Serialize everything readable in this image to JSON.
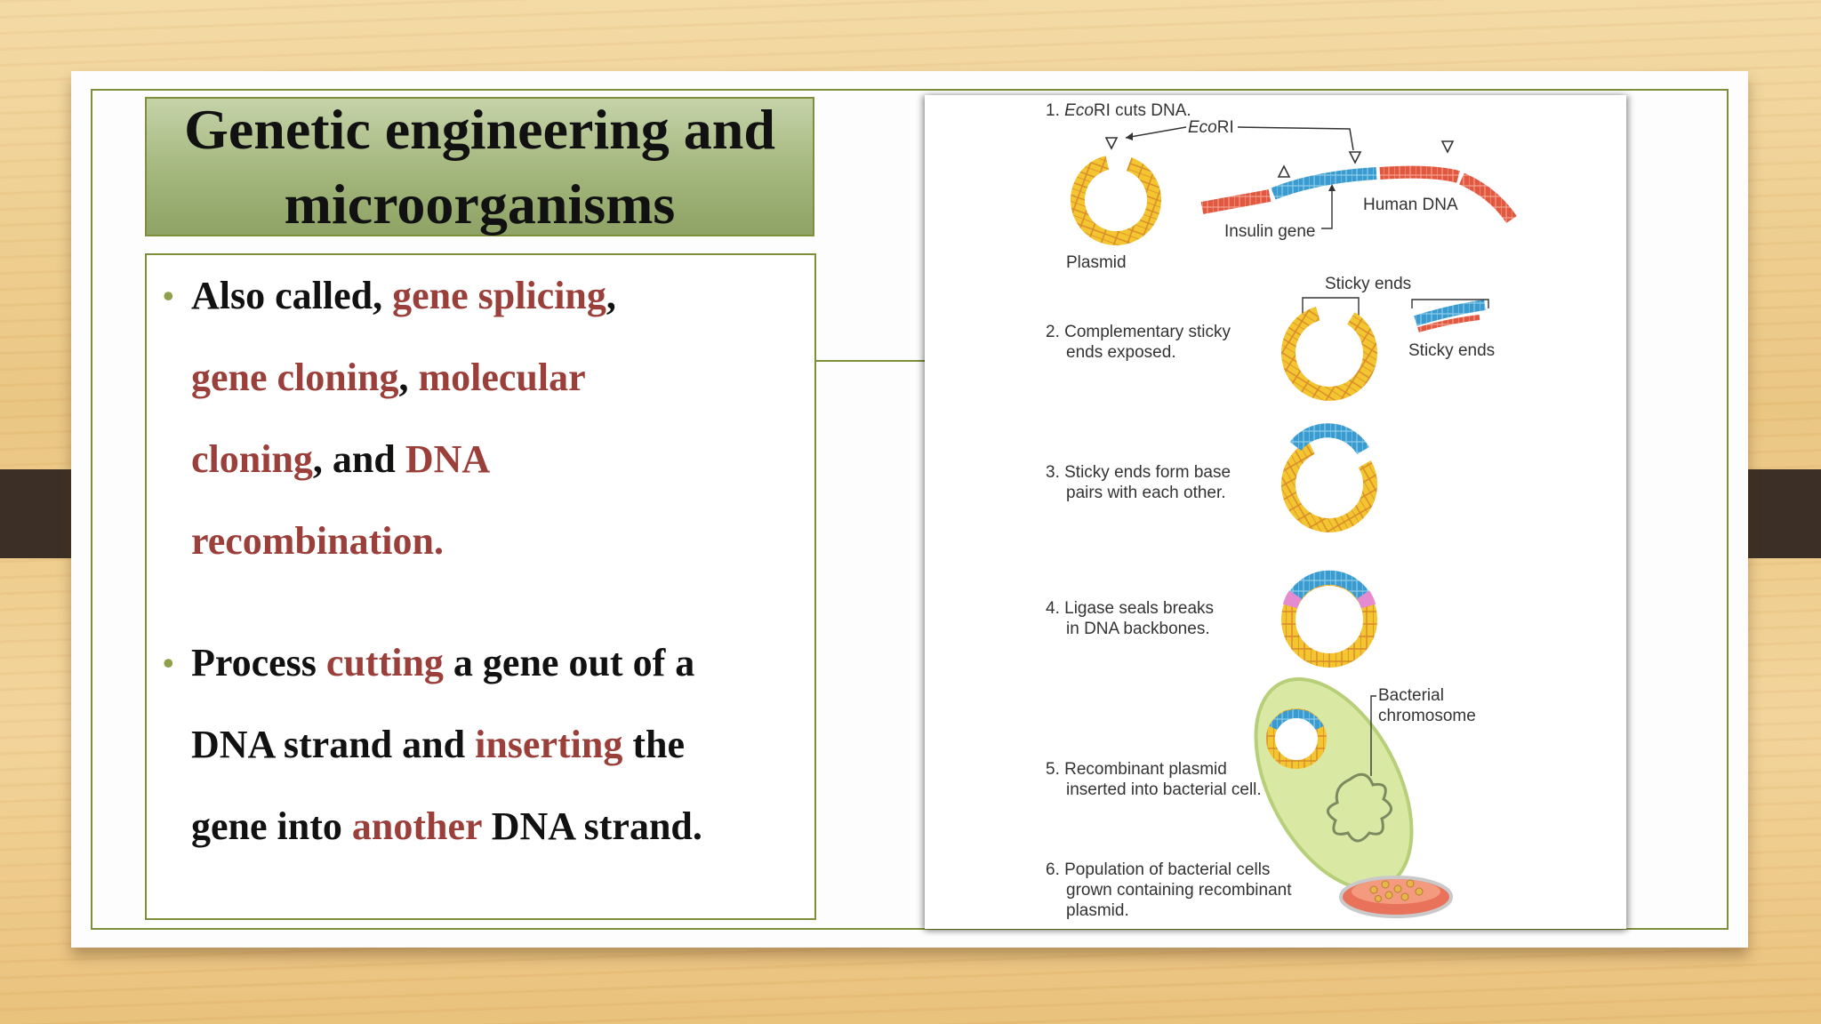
{
  "slide": {
    "title_line1": "Genetic engineering and",
    "title_line2": "microorganisms",
    "bullet1": {
      "t1": "Also called, ",
      "h1": "gene splicing",
      "t2": ",",
      "h2": "gene cloning",
      "t3": ", ",
      "h3": "molecular",
      "h4": "cloning",
      "t4": ", and ",
      "h5": "DNA",
      "h6": "recombination."
    },
    "bullet2": {
      "t1": "Process ",
      "h1": "cutting",
      "t2": " a gene out of  a",
      "t3": "DNA strand and ",
      "h2": "inserting",
      "t4": " the",
      "t5": "gene into ",
      "h3": "another",
      "t6": " DNA strand."
    }
  },
  "figure": {
    "step1_num": "1.",
    "step1_italic": "Eco",
    "step1_rest": "RI cuts DNA.",
    "ecori_italic": "Eco",
    "ecori_rest": "RI",
    "plasmid": "Plasmid",
    "human_dna": "Human DNA",
    "insulin_gene": "Insulin gene",
    "sticky_ends_top": "Sticky ends",
    "step2_l1": "2. Complementary sticky",
    "step2_l2": "ends exposed.",
    "sticky_ends_right": "Sticky ends",
    "step3_l1": "3. Sticky ends form base",
    "step3_l2": "pairs with each other.",
    "step4_l1": "4. Ligase seals breaks",
    "step4_l2": "in DNA backbones.",
    "bacterial_l1": "Bacterial",
    "bacterial_l2": "chromosome",
    "step5_l1": "5. Recombinant plasmid",
    "step5_l2": "inserted into bacterial cell.",
    "step6_l1": "6. Population of bacterial cells",
    "step6_l2": "grown containing recombinant",
    "step6_l3": "plasmid."
  },
  "colors": {
    "accent_red": "#9b3f3a",
    "frame_green": "#7d8f3a",
    "plasmid_yellow": "#f2c531",
    "insulin_blue": "#3a9bd0",
    "human_dna_red": "#e2573f"
  }
}
